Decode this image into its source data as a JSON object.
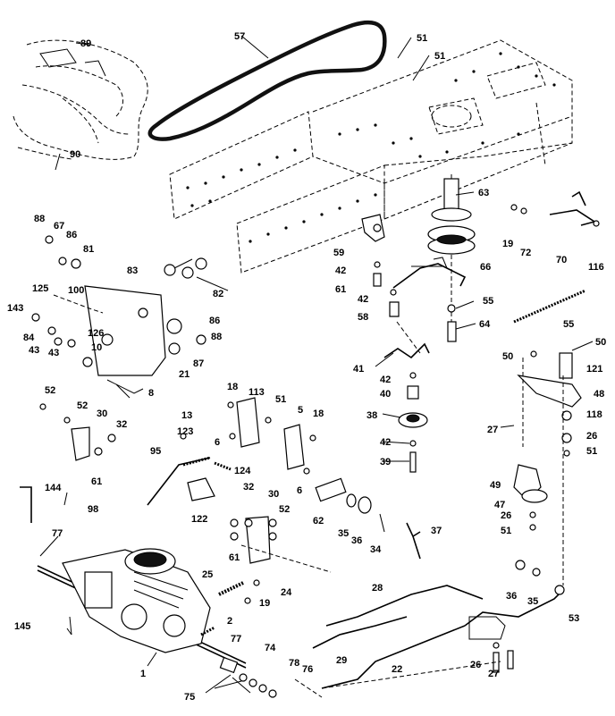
{
  "diagram": {
    "labels": {
      "p89": "89",
      "p57": "57",
      "p51a": "51",
      "p51b": "51",
      "p90": "90",
      "p63": "63",
      "p19a": "19",
      "p72": "72",
      "p70": "70",
      "p116": "116",
      "p88a": "88",
      "p67": "67",
      "p86a": "86",
      "p81": "81",
      "p83": "83",
      "p82": "82",
      "p125": "125",
      "p100": "100",
      "p143": "143",
      "p84": "84",
      "p43a": "43",
      "p43b": "43",
      "p126": "126",
      "p10": "10",
      "p86b": "86",
      "p88b": "88",
      "p21": "21",
      "p87": "87",
      "p8": "8",
      "p59": "59",
      "p42a": "42",
      "p61a": "61",
      "p42b": "42",
      "p58": "58",
      "p66": "66",
      "p55a": "55",
      "p64": "64",
      "p55b": "55",
      "p41": "41",
      "p42c": "42",
      "p40": "40",
      "p38": "38",
      "p42d": "42",
      "p39": "39",
      "p50a": "50",
      "p50b": "50",
      "p121": "121",
      "p48": "48",
      "p27a": "27",
      "p118": "118",
      "p26a": "26",
      "p51c": "51",
      "p49": "49",
      "p47": "47",
      "p26b": "26",
      "p51d": "51",
      "p52a": "52",
      "p52b": "52",
      "p30a": "30",
      "p32a": "32",
      "p61b": "61",
      "p18a": "18",
      "p113": "113",
      "p51e": "51",
      "p5": "5",
      "p18b": "18",
      "p13": "13",
      "p123": "123",
      "p6a": "6",
      "p95": "95",
      "p124": "124",
      "p6b": "6",
      "p122": "122",
      "p144": "144",
      "p98": "98",
      "p77a": "77",
      "p32b": "32",
      "p30b": "30",
      "p52c": "52",
      "p61c": "61",
      "p62": "62",
      "p35a": "35",
      "p36a": "36",
      "p34": "34",
      "p37": "37",
      "p25": "25",
      "p24": "24",
      "p19b": "19",
      "p2": "2",
      "p77b": "77",
      "p145": "145",
      "p1": "1",
      "p74": "74",
      "p75": "75",
      "p78": "78",
      "p76": "76",
      "p28": "28",
      "p29": "29",
      "p22": "22",
      "p36b": "36",
      "p35b": "35",
      "p53": "53",
      "p26c": "26",
      "p27b": "27"
    }
  }
}
